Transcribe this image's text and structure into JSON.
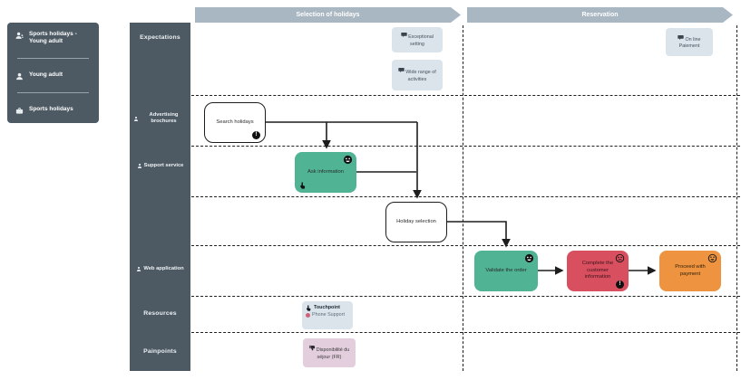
{
  "colors": {
    "slate": "#4d5a64",
    "phase": "#a9b7c2",
    "card": "#dce4eb",
    "teal": "#4fb394",
    "red": "#d84f5f",
    "orange": "#ee9440",
    "pink": "#e3cede",
    "dot": "#d16179",
    "ink": "#1f1f1f"
  },
  "persona_panel": {
    "items": [
      {
        "icon": "journey-persona-icon",
        "label": "Sports holidays - Young adult"
      },
      {
        "icon": "persona-icon",
        "label": "Young adult"
      },
      {
        "icon": "scenario-briefcase-icon",
        "label": "Sports holidays"
      }
    ]
  },
  "phases": [
    {
      "label": "Selection of holidays"
    },
    {
      "label": "Reservation"
    }
  ],
  "rows": {
    "expectations": "Expectations",
    "advertising": "Advertising brochures",
    "support": "Support service",
    "web": "Web application",
    "resources": "Resources",
    "painpoints": "Painpoints"
  },
  "expectation_cards": [
    {
      "label": "Exceptional setting"
    },
    {
      "label": "Wide range of activities"
    },
    {
      "label": "On line Paiement"
    }
  ],
  "steps": {
    "search": {
      "label": "Search holidays"
    },
    "ask": {
      "label": "Ask information"
    },
    "holiday": {
      "label": "Holiday selection"
    },
    "validate": {
      "label": "Validate the order"
    },
    "complete": {
      "label": "Complete the customer information"
    },
    "proceed": {
      "label": "Proceed with payment"
    }
  },
  "resources_card": {
    "touchpoint": "Touchpoint",
    "phone": "Phone Support"
  },
  "painpoint_card": {
    "label": "Disponibilité du séjour (FR)"
  },
  "badges": {
    "alert": "!"
  }
}
